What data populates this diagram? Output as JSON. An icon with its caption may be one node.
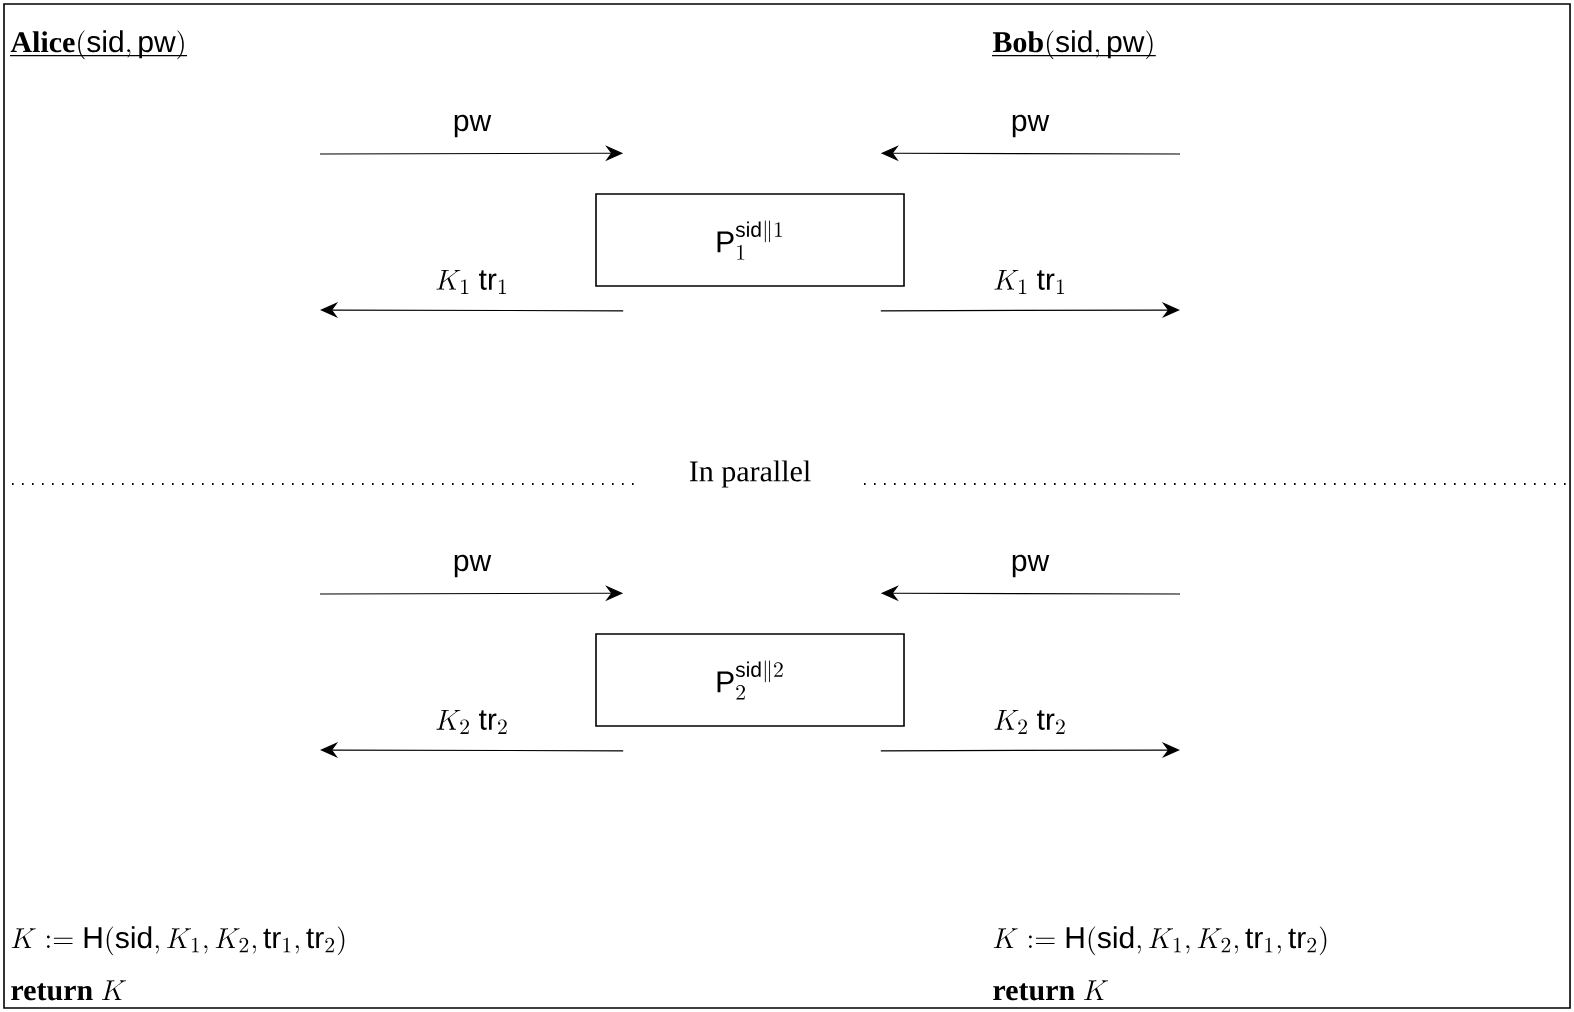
{
  "diagram": {
    "nodes": [
      {
        "text": [
          "\\mathsf{P}_1^{\\mathsf{sid}\\|1}"
        ]
      },
      {
        "text": [
          "\\mathsf{P}_2^{\\mathsf{sid}\\|2}"
        ]
      }
    ],
    "edges": [
      {
        "from": null,
        "to": 0,
        "arrow": "to",
        "label": "\\mathsf{pw}"
      },
      {
        "from": null,
        "to": 0,
        "arrow": "to",
        "label": "\\mathsf{pw}"
      },
      {
        "from": 0,
        "to": null,
        "arrow": "to",
        "label": "K_1\\ \\mathsf{tr}_1"
      },
      {
        "from": 0,
        "to": null,
        "arrow": "to",
        "label": "K_1\\ \\mathsf{tr}_1"
      },
      {
        "from": null,
        "to": 1,
        "arrow": "to",
        "label": "\\mathsf{pw}"
      },
      {
        "from": null,
        "to": 1,
        "arrow": "to",
        "label": "\\mathsf{pw}"
      },
      {
        "from": 1,
        "to": null,
        "arrow": "to",
        "label": "K_2\\ \\mathsf{tr}_2"
      },
      {
        "from": 1,
        "to": null,
        "arrow": "to",
        "label": "K_2\\ \\mathsf{tr}_2"
      }
    ],
    "labels": [
      "\\textbf{Alice}(\\mathsf{sid},\\mathsf{pw})",
      "\\textbf{Bob}(\\mathsf{sid},\\mathsf{pw})",
      "In parallel",
      "K := \\mathsf{H}(\\mathsf{sid},K_1,K_2,\\mathsf{tr}_1,\\mathsf{tr}_2)",
      "K := \\mathsf{H}(\\mathsf{sid},K_1,K_2,\\mathsf{tr}_1,\\mathsf{tr}_2)",
      "\\textbf{return}~K",
      "\\textbf{return}~K"
    ]
  }
}
